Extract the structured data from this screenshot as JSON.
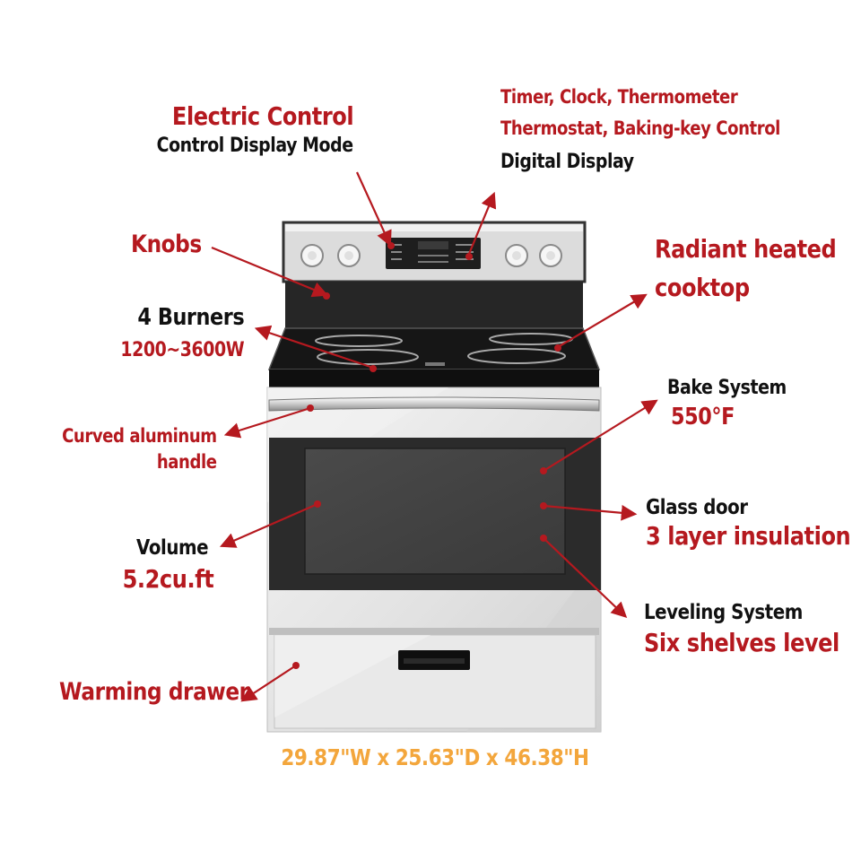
{
  "labels": {
    "electric_control": "Electric Control",
    "control_display_mode": "Control Display Mode",
    "timer_line": "Timer, Clock, Thermometer",
    "thermostat_line": "Thermostat, Baking-key Control",
    "digital_display": "Digital Display",
    "knobs": "Knobs",
    "radiant_heated": "Radiant heated",
    "cooktop": "cooktop",
    "four_burners": "4 Burners",
    "wattage": "1200~3600W",
    "bake_system": "Bake System",
    "bake_temp": "550°F",
    "handle_line1": "Curved aluminum",
    "handle_line2": "handle",
    "glass_door": "Glass door",
    "insulation": "3 layer insulation",
    "volume": "Volume",
    "volume_value": "5.2cu.ft",
    "leveling_system": "Leveling System",
    "shelves": "Six shelves level",
    "warming_drawer": "Warming drawer",
    "dimensions": "29.87\"W x 25.63\"D x 46.38\"H"
  },
  "colors": {
    "accent_red": "#b5191f",
    "dimension_orange": "#f3a63c",
    "text_black": "#111111"
  }
}
